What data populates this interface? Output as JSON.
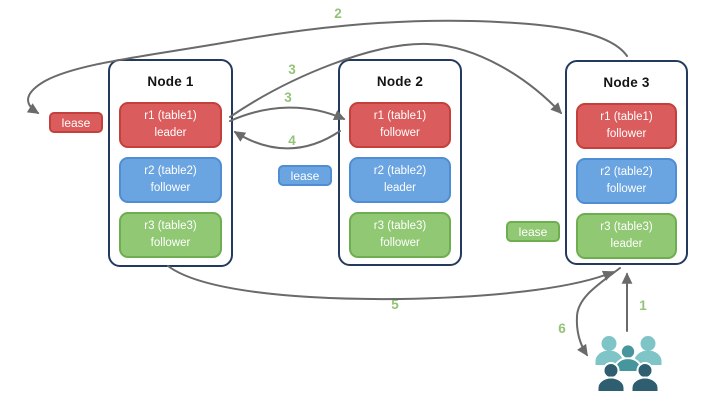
{
  "nodes": [
    {
      "title": "Node 1",
      "replicas": [
        {
          "name": "r1 (table1)",
          "role": "leader",
          "color": "#db5c5c"
        },
        {
          "name": "r2 (table2)",
          "role": "follower",
          "color": "#6aa4e1"
        },
        {
          "name": "r3 (table3)",
          "role": "follower",
          "color": "#90c873"
        }
      ]
    },
    {
      "title": "Node 2",
      "replicas": [
        {
          "name": "r1 (table1)",
          "role": "follower",
          "color": "#db5c5c"
        },
        {
          "name": "r2 (table2)",
          "role": "leader",
          "color": "#6aa4e1"
        },
        {
          "name": "r3 (table3)",
          "role": "follower",
          "color": "#90c873"
        }
      ]
    },
    {
      "title": "Node 3",
      "replicas": [
        {
          "name": "r1 (table1)",
          "role": "follower",
          "color": "#db5c5c"
        },
        {
          "name": "r2 (table2)",
          "role": "follower",
          "color": "#6aa4e1"
        },
        {
          "name": "r3 (table3)",
          "role": "leader",
          "color": "#90c873"
        }
      ]
    }
  ],
  "leases": [
    {
      "label": "lease",
      "range": "r1",
      "color": "#db5c5c"
    },
    {
      "label": "lease",
      "range": "r2",
      "color": "#6aa4e1"
    },
    {
      "label": "lease",
      "range": "r3",
      "color": "#90c873"
    }
  ],
  "annotations": [
    {
      "text": "2"
    },
    {
      "text": "3"
    },
    {
      "text": "3"
    },
    {
      "text": "4"
    },
    {
      "text": "5"
    },
    {
      "text": "1"
    },
    {
      "text": "6"
    }
  ],
  "icons": [
    {
      "name": "users-icon"
    }
  ],
  "colors": {
    "node_border": "#24395e",
    "arrow": "#6a6a6a",
    "step_label": "#92c477",
    "replica_r1": "#db5c5c",
    "replica_r2": "#6aa4e1",
    "replica_r3": "#90c873",
    "users_back": "#7fc4c7",
    "users_middle": "#47959d",
    "users_front": "#2f5e70"
  }
}
